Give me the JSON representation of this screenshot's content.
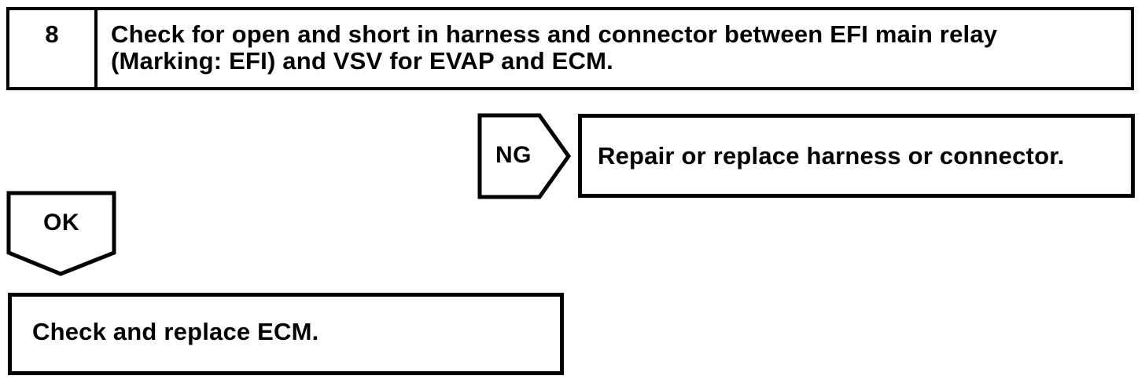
{
  "flowchart": {
    "step": {
      "number": "8",
      "instruction_line1": "Check for open and short in harness and connector between EFI main relay",
      "instruction_line2": "(Marking: EFI) and VSV for EVAP and ECM."
    },
    "ng_branch": {
      "label": "NG",
      "action": "Repair or replace harness or connector."
    },
    "ok_branch": {
      "label": "OK",
      "action": "Check and replace ECM."
    }
  },
  "colors": {
    "line": "#000000",
    "background": "#ffffff",
    "text": "#000000"
  }
}
